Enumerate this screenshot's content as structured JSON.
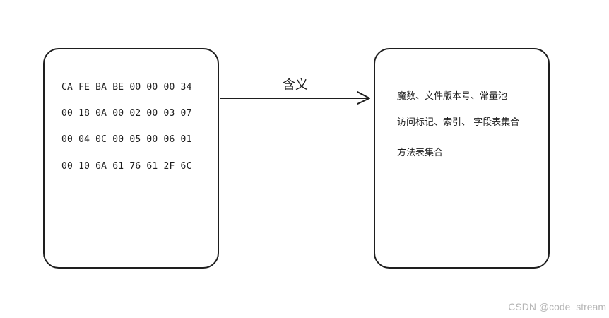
{
  "bytes_box": {
    "lines": [
      "CA FE BA BE 00 00 00 34",
      "00 18 0A 00 02 00 03 07",
      "00 04 0C 00 05 00 06 01",
      "00 10 6A 61 76 61 2F 6C"
    ]
  },
  "arrow": {
    "label": "含义"
  },
  "meaning_box": {
    "lines": [
      "魔数、文件版本号、常量池",
      "访问标记、索引、 字段表集合",
      "方法表集合"
    ]
  },
  "watermark": "CSDN @code_stream",
  "colors": {
    "stroke": "#1e1e1e",
    "background": "#ffffff",
    "watermark": "#b5b5b5"
  }
}
